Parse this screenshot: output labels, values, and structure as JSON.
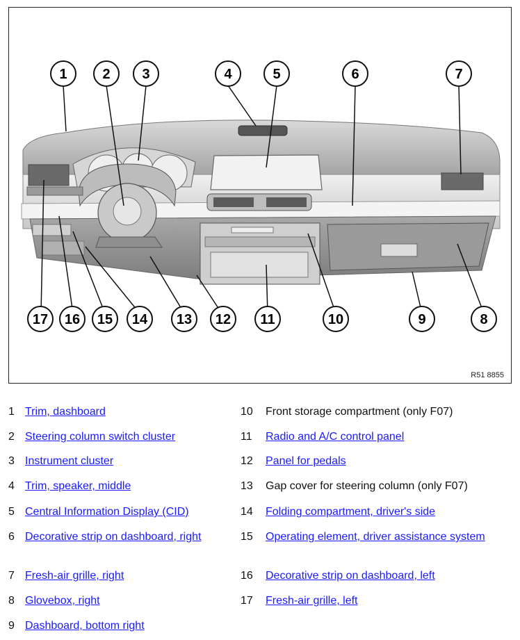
{
  "figure": {
    "code": "R51 8855",
    "callouts": [
      "1",
      "2",
      "3",
      "4",
      "5",
      "6",
      "7",
      "8",
      "9",
      "10",
      "11",
      "12",
      "13",
      "14",
      "15",
      "16",
      "17"
    ]
  },
  "legend": [
    {
      "num": "1",
      "text": "Trim, dashboard",
      "link": true
    },
    {
      "num": "2",
      "text": "Steering column switch cluster",
      "link": true
    },
    {
      "num": "3",
      "text": "Instrument cluster",
      "link": true
    },
    {
      "num": "4",
      "text": "Trim, speaker, middle",
      "link": true
    },
    {
      "num": "5",
      "text": "Central Information Display (CID)",
      "link": true
    },
    {
      "num": "6",
      "text": "Decorative strip on dashboard, right",
      "link": true
    },
    {
      "num": "7",
      "text": "Fresh-air grille, right",
      "link": true
    },
    {
      "num": "8",
      "text": "Glovebox, right",
      "link": true
    },
    {
      "num": "9",
      "text": "Dashboard, bottom right",
      "link": true
    },
    {
      "num": "10",
      "text": "Front storage compartment (only F07)",
      "link": false
    },
    {
      "num": "11",
      "text": "Radio and A/C control panel",
      "link": true
    },
    {
      "num": "12",
      "text": "Panel for pedals",
      "link": true
    },
    {
      "num": "13",
      "text": "Gap cover for steering column (only F07)",
      "link": false
    },
    {
      "num": "14",
      "text": "Folding compartment, driver's side",
      "link": true
    },
    {
      "num": "15",
      "text": "Operating element, driver assistance system",
      "link": true
    },
    {
      "num": "16",
      "text": "Decorative strip on dashboard, left",
      "link": true
    },
    {
      "num": "17",
      "text": "Fresh-air grille, left",
      "link": true
    }
  ]
}
